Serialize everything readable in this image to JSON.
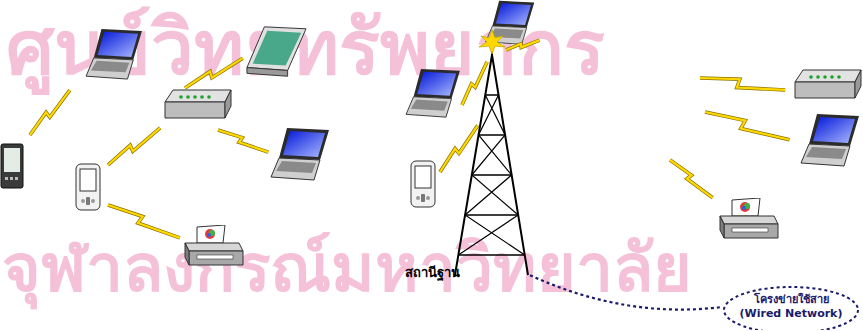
{
  "diagram": {
    "nodes": [
      {
        "text": [
          "สถานีฐาน"
        ]
      },
      {
        "text": [
          "โครงข่ายใช้สาย (Wired Network)"
        ]
      }
    ],
    "edges": [
      {
        "from": 0,
        "to": 1,
        "arrow": "none"
      }
    ],
    "labels": [
      "ศูนย์วิทยทรัพยากร",
      "จุฬาลงกรณ์มหาวิทยาลัย"
    ]
  }
}
